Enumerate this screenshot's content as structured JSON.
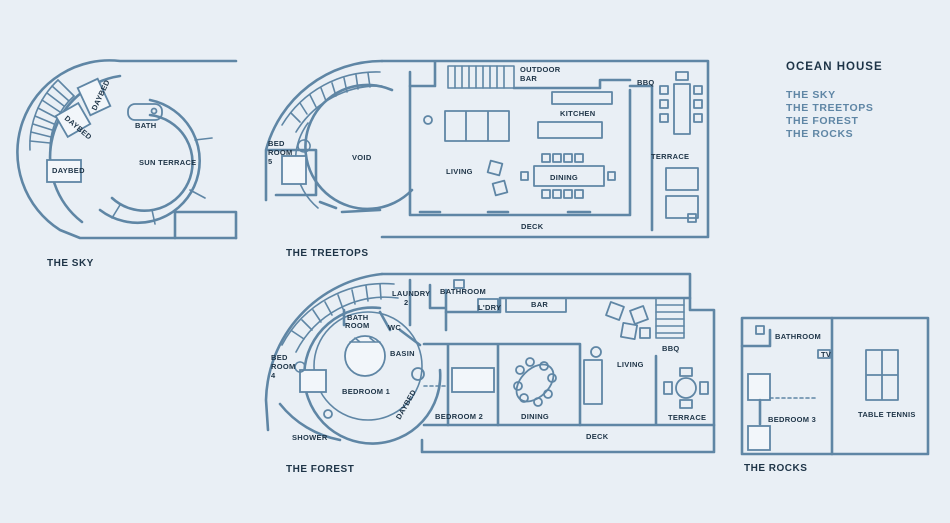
{
  "legend": {
    "title": "OCEAN HOUSE",
    "items": [
      "THE SKY",
      "THE TREETOPS",
      "THE FOREST",
      "THE ROCKS"
    ]
  },
  "floors": {
    "sky": {
      "caption": "THE SKY",
      "rooms": {
        "sun_terrace": "SUN TERRACE",
        "bath": "BATH",
        "daybed_1": "DAYBED",
        "daybed_2": "DAYBED",
        "daybed_3": "DAYBED"
      }
    },
    "treetops": {
      "caption": "THE TREETOPS",
      "rooms": {
        "outdoor_bar_1": "OUTDOOR",
        "outdoor_bar_2": "BAR",
        "bbq": "BBQ",
        "kitchen": "KITCHEN",
        "bedroom5_1": "BED",
        "bedroom5_2": "ROOM",
        "bedroom5_3": "5",
        "void": "VOID",
        "living": "LIVING",
        "dining": "DINING",
        "terrace": "TERRACE",
        "deck": "DECK"
      }
    },
    "forest": {
      "caption": "THE FOREST",
      "rooms": {
        "laundry_1": "LAUNDRY",
        "laundry_2": "2",
        "bathroom": "BATHROOM",
        "ldry": "L'DRY",
        "bar": "BAR",
        "bath_room_1": "BATH",
        "bath_room_2": "ROOM",
        "wc": "WC",
        "basin": "BASIN",
        "bedroom4_1": "BED",
        "bedroom4_2": "ROOM",
        "bedroom4_3": "4",
        "bedroom1": "BEDROOM 1",
        "daybed": "DAYBED",
        "shower": "SHOWER",
        "bedroom2": "BEDROOM 2",
        "dining": "DINING",
        "living": "LIVING",
        "bbq": "BBQ",
        "terrace": "TERRACE",
        "deck": "DECK"
      }
    },
    "rocks": {
      "caption": "THE ROCKS",
      "rooms": {
        "bathroom": "BATHROOM",
        "tv": "TV",
        "bedroom3": "BEDROOM 3",
        "table_tennis": "TABLE TENNIS"
      }
    }
  }
}
